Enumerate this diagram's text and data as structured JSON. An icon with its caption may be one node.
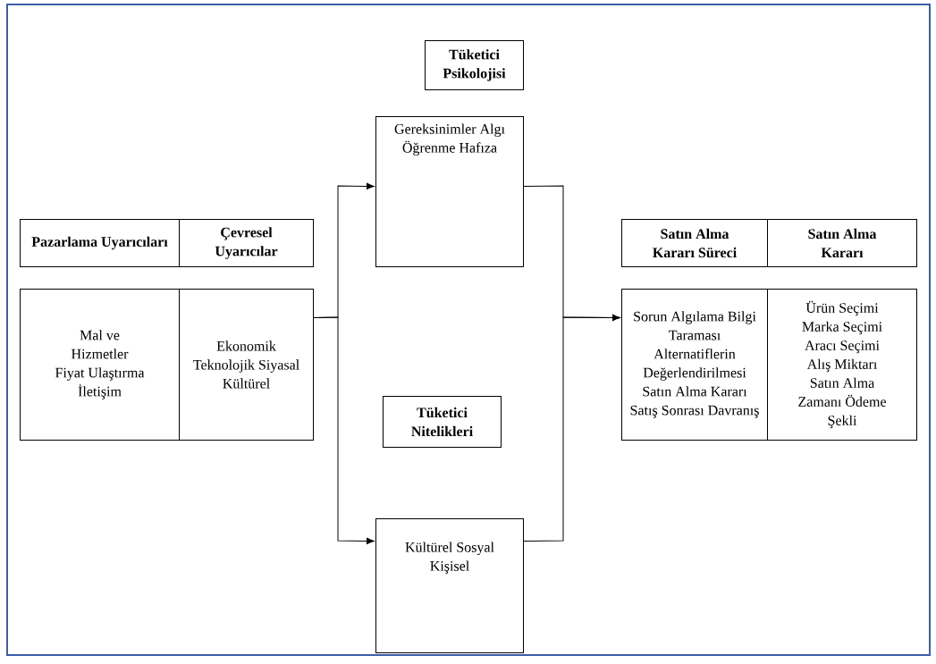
{
  "diagram": {
    "nodes": [
      {
        "text": [
          "Tüketici Psikolojisi"
        ]
      },
      {
        "text": [
          "Gereksinimler Algı Öğrenme Hafıza"
        ]
      },
      {
        "text": [
          "Pazarlama Uyarıcıları"
        ]
      },
      {
        "text": [
          "Çevresel Uyarıcılar"
        ]
      },
      {
        "text": [
          "Satın Alma Kararı Süreci"
        ]
      },
      {
        "text": [
          "Satın Alma Kararı"
        ]
      },
      {
        "text": [
          "Mal ve Hizmetler Fiyat Ulaştırma İletişim"
        ]
      },
      {
        "text": [
          "Ekonomik Teknolojik Siyasal Kültürel"
        ]
      },
      {
        "text": [
          "Sorun Algılama Bilgi Taraması Alternatiflerin Değerlendirilmesi Satın Alma Kararı Satış Sonrası Davranış"
        ]
      },
      {
        "text": [
          "Ürün Seçimi Marka Seçimi Aracı Seçimi Alış Miktarı Satın Alma Zamanı Ödeme Şekli"
        ]
      },
      {
        "text": [
          "Tüketici Nitelikleri"
        ]
      },
      {
        "text": [
          "Kültürel Sosyal Kişisel"
        ]
      }
    ],
    "edges": [
      {
        "from": 7,
        "to": 1,
        "arrow": "to"
      },
      {
        "from": 7,
        "to": 11,
        "arrow": "to"
      },
      {
        "from": 1,
        "to": 8,
        "arrow": "to"
      },
      {
        "from": 11,
        "to": 8,
        "arrow": "to"
      }
    ]
  }
}
